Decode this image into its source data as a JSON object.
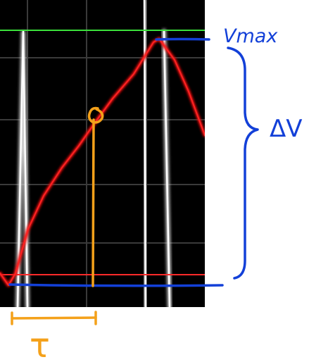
{
  "annotations": {
    "vmax_label": "Vmax",
    "delta_v_label": "ΔV",
    "tau_label": "τ"
  },
  "colors": {
    "scope_background": "#000000",
    "grid": "#3a3a3a",
    "trace_red": "#e01010",
    "trace_green": "#18c418",
    "trace_white": "#e8e8e8",
    "ink_blue": "#1340d8",
    "ink_orange": "#f4a11a"
  }
}
